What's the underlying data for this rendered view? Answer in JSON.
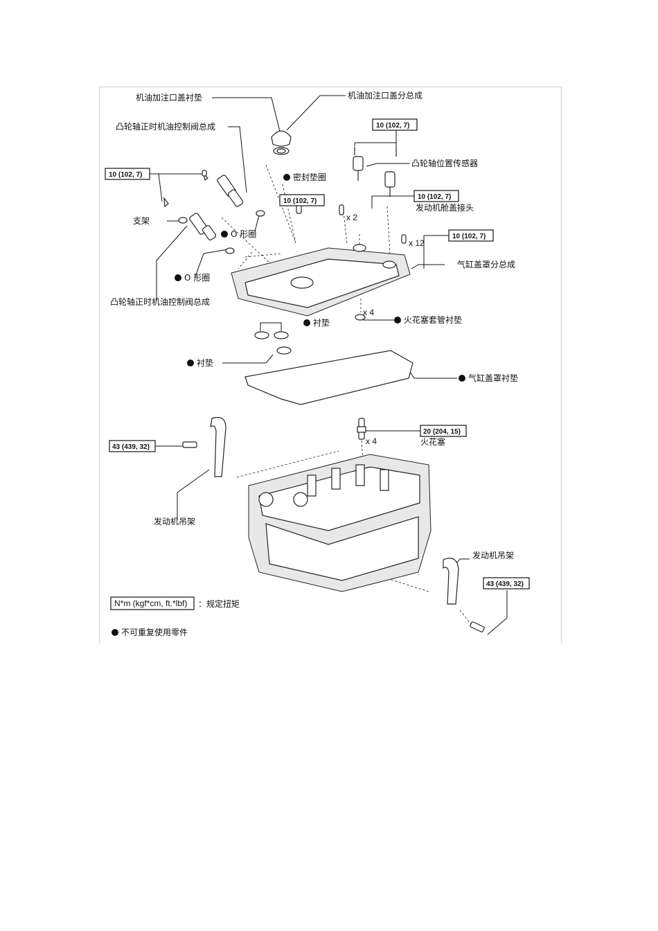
{
  "labels": {
    "oil_filler_cap_gasket": "机油加注口盖衬垫",
    "oil_filler_cap_sub_assembly": "机油加注口盖分总成",
    "ocv_assembly_top": "凸轮轴正时机油控制阀总成",
    "cam_position_sensor": "凸轮轴位置传感器",
    "seal_washer": "密封垫圈",
    "bracket": "支架",
    "o_ring_1": "O 形圈",
    "engine_hanger_fitting": "发动机舱盖接头",
    "o_ring_2": "O 形圈",
    "cylinder_head_cover_sub_assembly": "气缸盖罩分总成",
    "ocv_assembly_bottom": "凸轮轴正时机油控制阀总成",
    "gasket_1": "衬垫",
    "spark_plug_tube_gasket": "火花塞套管衬垫",
    "gasket_2": "衬垫",
    "cylinder_head_cover_gasket": "气缸盖罩衬垫",
    "spark_plug": "火花塞",
    "engine_hanger_left": "发动机吊架",
    "engine_hanger_right": "发动机吊架"
  },
  "torques": {
    "t1": "10 (102, 7)",
    "t2": "10 (102, 7)",
    "t3": "10 (102, 7)",
    "t4": "10 (102, 7)",
    "t5": "10 (102, 7)",
    "t6": "20 (204, 15)",
    "t7": "43 (439, 32)",
    "t8": "43 (439, 32)"
  },
  "counts": {
    "c1": "x 2",
    "c2": "x 12",
    "c3": "x 4",
    "c4": "x 4"
  },
  "legend": {
    "unit_box": "N*m (kgf*cm, ft.*lbf)",
    "unit_text": "：规定扭矩",
    "non_reusable": "不可重复使用零件"
  }
}
